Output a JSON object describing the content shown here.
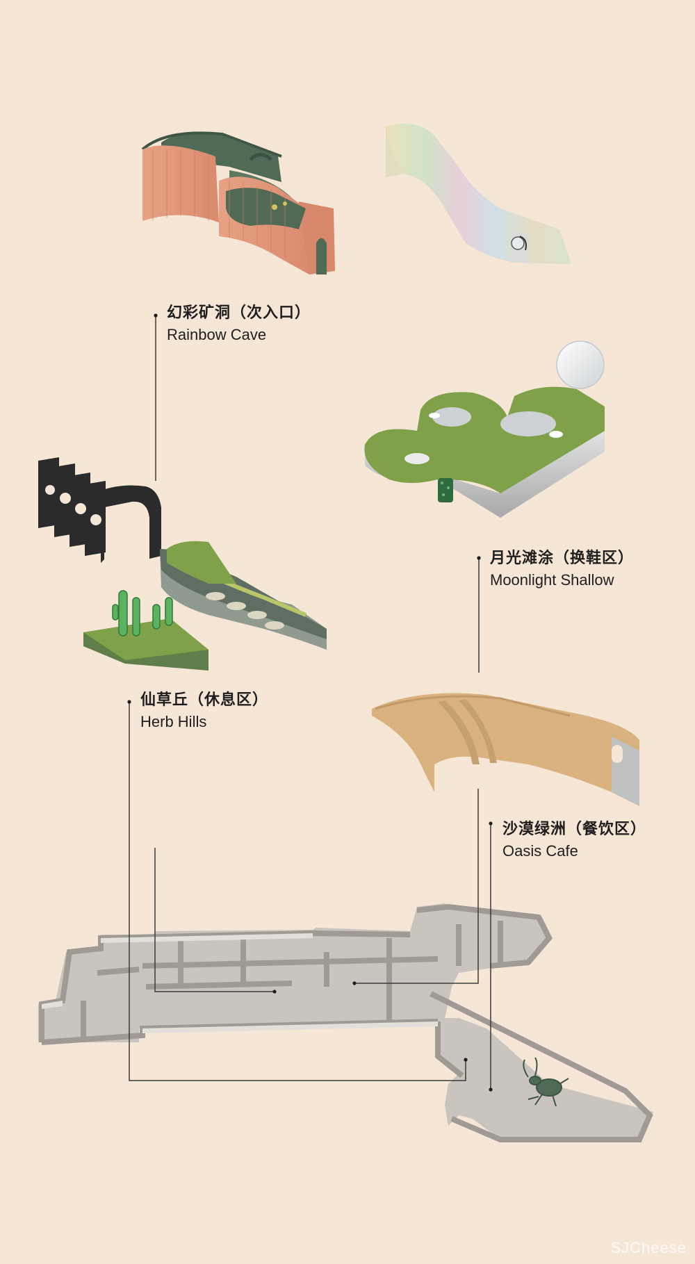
{
  "labels": {
    "rainbow_cave": {
      "zh": "幻彩矿洞（次入口）",
      "en": "Rainbow Cave"
    },
    "moonlight_shallow": {
      "zh": "月光滩涂（换鞋区）",
      "en": "Moonlight Shallow"
    },
    "herb_hills": {
      "zh": "仙草丘（休息区）",
      "en": "Herb Hills"
    },
    "oasis_cafe": {
      "zh": "沙漠绿洲（餐饮区）",
      "en": "Oasis Cafe"
    }
  },
  "watermark": "SJCheese",
  "colors": {
    "background": "#f5e6d6",
    "leader_line": "#3a3a3a",
    "cave_outer": "#e0957a",
    "cave_inner": "#4f6b55",
    "grass": "#7fa14a",
    "silver": "#c9c9c9",
    "sand": "#d9b27f",
    "floorplan": "#b8b3ad",
    "black_arch": "#2b2b2b"
  },
  "icons": [
    "beetle-icon"
  ]
}
